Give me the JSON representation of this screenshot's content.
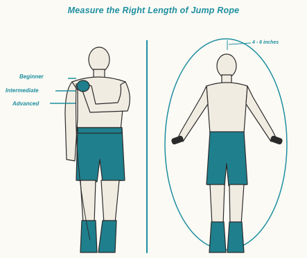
{
  "title": "Measure the Right Length of Jump Rope",
  "labels": {
    "beginner": "Beginner",
    "intermediate": "Intermediate",
    "advanced": "Advanced",
    "handles": "4 - 6 inches"
  },
  "colors": {
    "accent": "#1e8fa0",
    "shorts": "#1f7f8d",
    "skin": "#f1ece2",
    "ink": "#2a2a2a",
    "background": "#fbfaf5"
  }
}
